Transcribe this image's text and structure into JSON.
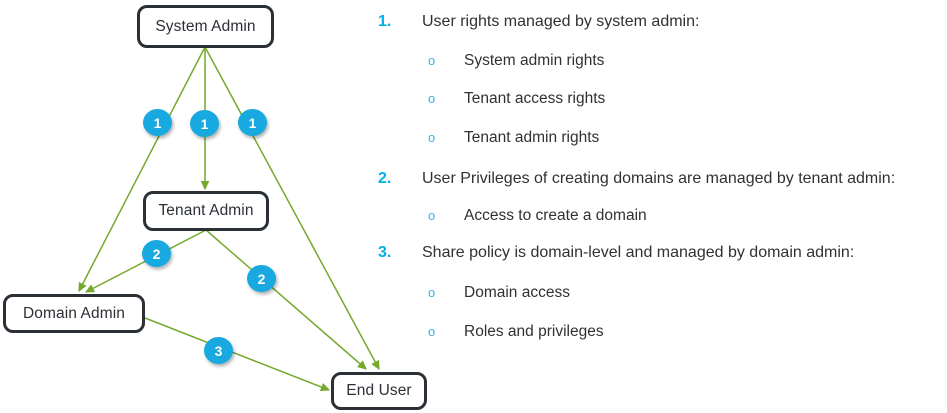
{
  "diagram": {
    "accent_blue": "#17a9df",
    "edge_green": "#76a82e",
    "node_border": "#2b3036",
    "nodes": [
      {
        "id": "system-admin",
        "label": "System Admin"
      },
      {
        "id": "tenant-admin",
        "label": "Tenant Admin"
      },
      {
        "id": "domain-admin",
        "label": "Domain Admin"
      },
      {
        "id": "end-user",
        "label": "End User"
      }
    ],
    "edges": [
      {
        "from": "System Admin",
        "to": "Domain Admin",
        "badge": "1"
      },
      {
        "from": "System Admin",
        "to": "Tenant Admin",
        "badge": "1"
      },
      {
        "from": "System Admin",
        "to": "End User",
        "badge": "1"
      },
      {
        "from": "Tenant Admin",
        "to": "Domain Admin",
        "badge": "2"
      },
      {
        "from": "Tenant Admin",
        "to": "End User",
        "badge": "2"
      },
      {
        "from": "Domain Admin",
        "to": "End User",
        "badge": "3"
      }
    ],
    "badges": [
      {
        "id": "badge-1-a",
        "value": "1"
      },
      {
        "id": "badge-1-b",
        "value": "1"
      },
      {
        "id": "badge-1-c",
        "value": "1"
      },
      {
        "id": "badge-2-a",
        "value": "2"
      },
      {
        "id": "badge-2-b",
        "value": "2"
      },
      {
        "id": "badge-3-a",
        "value": "3"
      }
    ]
  },
  "list": {
    "marker_color": "#00b0e6",
    "bullet_glyph": "o",
    "items": [
      {
        "marker": "1.",
        "text": "User rights managed by system admin:"
      },
      {
        "marker": "o",
        "text": "System admin rights"
      },
      {
        "marker": "o",
        "text": "Tenant access rights"
      },
      {
        "marker": "o",
        "text": "Tenant admin rights"
      },
      {
        "marker": "2.",
        "text": "User Privileges of creating domains are managed by tenant admin:"
      },
      {
        "marker": "o",
        "text": "Access to create a domain"
      },
      {
        "marker": "3.",
        "text": "Share policy is domain-level and managed by domain admin:"
      },
      {
        "marker": "o",
        "text": "Domain access"
      },
      {
        "marker": "o",
        "text": "Roles and privileges"
      }
    ]
  }
}
